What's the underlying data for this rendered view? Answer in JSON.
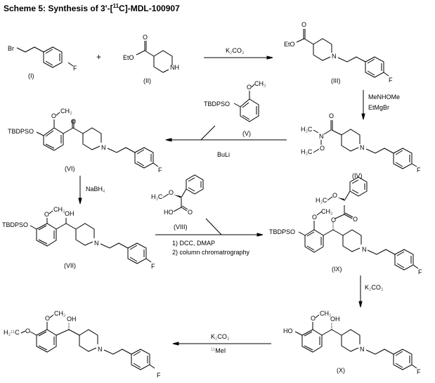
{
  "title": {
    "prefix": "Scheme 5: Synthesis of 3'-[",
    "isotope": "11",
    "suffix": "C]-MDL-100907"
  },
  "compounds": {
    "I": {
      "label": "(I)",
      "substituents": [
        "Br",
        "F"
      ]
    },
    "II": {
      "label": "(II)",
      "substituents": [
        "EtO",
        "O",
        "NH"
      ]
    },
    "III": {
      "label": "(III)",
      "substituents": [
        "EtO",
        "O",
        "N",
        "F"
      ]
    },
    "IV": {
      "label": "(IV)",
      "substituents": [
        "H3C",
        "N",
        "O",
        "H3C",
        "O",
        "N",
        "F"
      ]
    },
    "V": {
      "label": "(V)",
      "substituents": [
        "TBDPSO",
        "O",
        "CH3"
      ]
    },
    "VI": {
      "label": "(VI)",
      "substituents": [
        "TBDPSO",
        "O",
        "CH3",
        "O",
        "N",
        "F"
      ]
    },
    "VII": {
      "label": "(VII)",
      "substituents": [
        "TBDPSO",
        "O",
        "CH3",
        "OH",
        "N",
        "F"
      ]
    },
    "VIII": {
      "label": "(VIII)",
      "substituents": [
        "H3C",
        "O",
        "HO",
        "O"
      ]
    },
    "IX": {
      "label": "(IX)",
      "substituents": [
        "TBDPSO",
        "O",
        "CH3",
        "H3C",
        "O",
        "O",
        "O",
        "N",
        "F"
      ]
    },
    "X": {
      "label": "(X)",
      "substituents": [
        "HO",
        "O",
        "CH3",
        "OH",
        "N",
        "F"
      ]
    },
    "product": {
      "label": "",
      "substituents": [
        "H3 11C",
        "O",
        "O",
        "CH3",
        "OH",
        "N",
        "F"
      ]
    }
  },
  "plus_sign": "+",
  "reactions": [
    {
      "from": "I + II",
      "to": "III",
      "reagents": [
        "K2CO3"
      ]
    },
    {
      "from": "III",
      "to": "IV",
      "reagents": [
        "MeNHOMe",
        "EtMgBr"
      ]
    },
    {
      "from": "IV + V",
      "to": "VI",
      "reagents": [
        "BuLi"
      ]
    },
    {
      "from": "VI",
      "to": "VII",
      "reagents": [
        "NaBH4"
      ]
    },
    {
      "from": "VII + VIII",
      "to": "IX",
      "reagents": [
        "1) DCC, DMAP",
        "2) column chromatrography"
      ]
    },
    {
      "from": "IX",
      "to": "X",
      "reagents": [
        "K2CO3"
      ]
    },
    {
      "from": "X",
      "to": "product",
      "reagents": [
        "K2CO3",
        "11MeI"
      ]
    }
  ],
  "reagent_text": {
    "k2co3_main": "K",
    "k2co3_sub2": "2",
    "k2co3_co": "CO",
    "k2co3_sub3": "3",
    "menhome": "MeNHOMe",
    "etmgbr": "EtMgBr",
    "buli": "BuLi",
    "nabh": "NaBH",
    "nabh_sub": "4",
    "dcc": "1) DCC, DMAP",
    "column": "2) column chromatrography",
    "mei_iso": "11",
    "mei": "MeI"
  },
  "atoms": {
    "Br": "Br",
    "F": "F",
    "EtO": "EtO",
    "O": "O",
    "NH": "NH",
    "N": "N",
    "H": "H",
    "C": "C",
    "CH": "CH",
    "sub3": "3",
    "TBDPSO": "TBDPSO",
    "OH": "OH",
    "HO": "HO",
    "iso11": "11"
  }
}
